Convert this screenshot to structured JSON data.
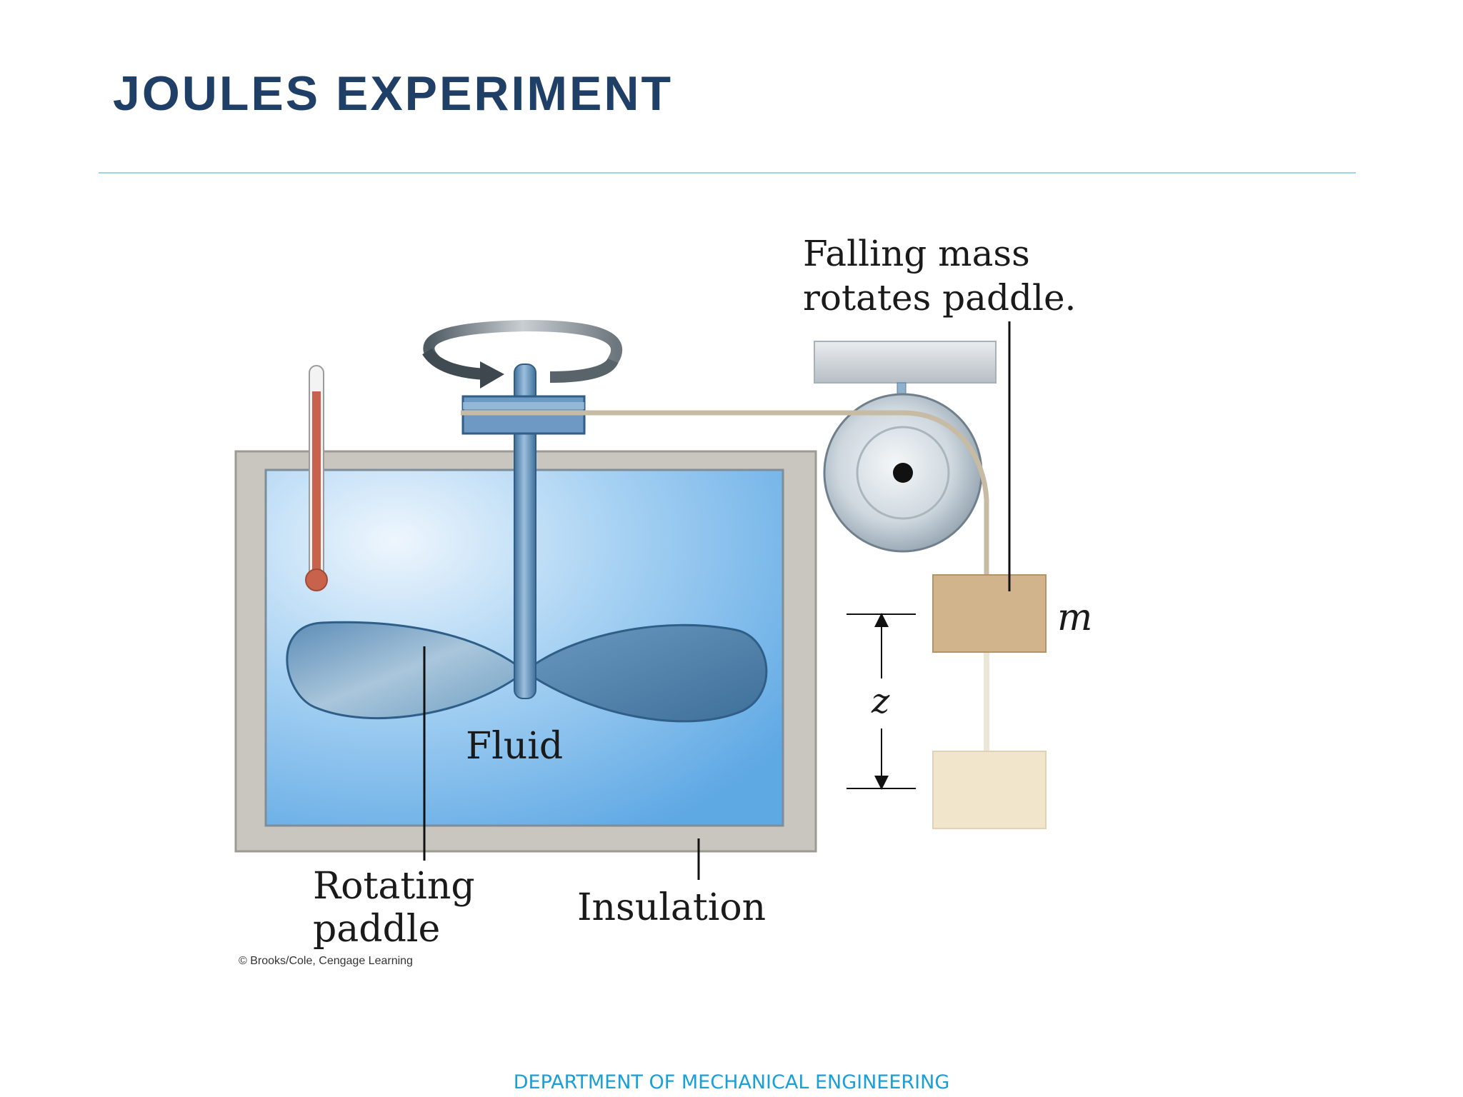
{
  "slide": {
    "title": "JOULES EXPERIMENT",
    "footer": "DEPARTMENT OF MECHANICAL ENGINEERING"
  },
  "diagram": {
    "labels": {
      "falling_mass_line1": "Falling mass",
      "falling_mass_line2": "rotates paddle.",
      "mass": "m",
      "height": "z",
      "fluid": "Fluid",
      "rotating_line1": "Rotating",
      "rotating_line2": "paddle",
      "insulation": "Insulation"
    },
    "credit": "© Brooks/Cole, Cengage Learning"
  },
  "colors": {
    "title": "#1f3f66",
    "footer": "#1aa0d8",
    "rule": "#9fd6e6",
    "fluid": "#8cc4f0",
    "insulation": "#c8c6bf",
    "mass": "#d2b48c",
    "mass_lowered": "#f1e5cc",
    "thermometer": "#c8624c"
  }
}
